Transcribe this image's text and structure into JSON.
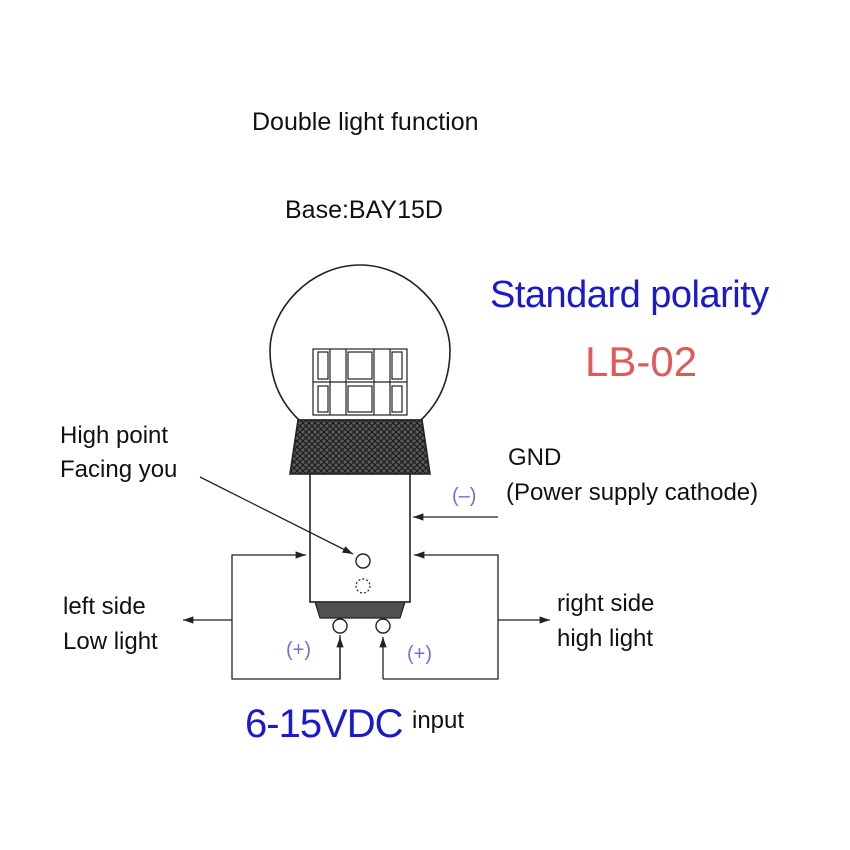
{
  "title": "Double light function",
  "base": "Base:BAY15D",
  "polarity_title": "Standard polarity",
  "model": "LB-02",
  "labels": {
    "high_point_1": "High point",
    "high_point_2": "Facing you",
    "gnd": "GND",
    "gnd_sign": "(–)",
    "gnd_desc": "(Power supply cathode)",
    "left_1": "left side",
    "left_2": "Low light",
    "right_1": "right side",
    "right_2": "high light",
    "plus_left": "(+)",
    "plus_right": "(+)",
    "voltage": "6-15VDC",
    "input": "input"
  },
  "colors": {
    "blue": "#1a1acc",
    "red": "#e05a5a",
    "polarity_blue": "#6f6fd8",
    "line": "#222222"
  }
}
